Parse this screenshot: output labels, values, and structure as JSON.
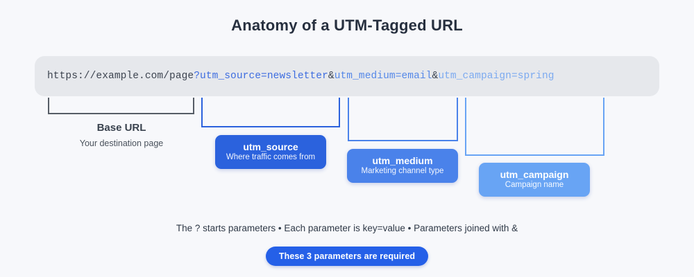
{
  "title": "Anatomy of a UTM-Tagged URL",
  "url_bar": {
    "segments": [
      {
        "text": "https://example.com/page",
        "color": "#3d4450"
      },
      {
        "text": "?utm_source=newsletter",
        "color": "#3e6de0"
      },
      {
        "text": "&",
        "color": "#3d4450"
      },
      {
        "text": "utm_medium=email",
        "color": "#5588e8"
      },
      {
        "text": "&",
        "color": "#3d4450"
      },
      {
        "text": "utm_campaign=spring",
        "color": "#7caaf0"
      }
    ]
  },
  "annotations": {
    "base_url": {
      "label": "Base URL",
      "description": "Your destination page",
      "bracket_color": "#565d66"
    },
    "utm_source": {
      "label": "utm_source",
      "description": "Where traffic comes from",
      "color": "#2b62dd"
    },
    "utm_medium": {
      "label": "utm_medium",
      "description": "Marketing channel type",
      "color": "#4a82ea"
    },
    "utm_campaign": {
      "label": "utm_campaign",
      "description": "Campaign name",
      "color": "#68a4f4"
    }
  },
  "footer": {
    "note": "The ? starts parameters • Each parameter is key=value • Parameters joined with &",
    "badge": "These 3 parameters are required",
    "badge_color": "#2560e8"
  },
  "palette": {
    "background": "#f7f8fb",
    "url_bar_background": "#e6e8ec",
    "title_color": "#27303f"
  }
}
